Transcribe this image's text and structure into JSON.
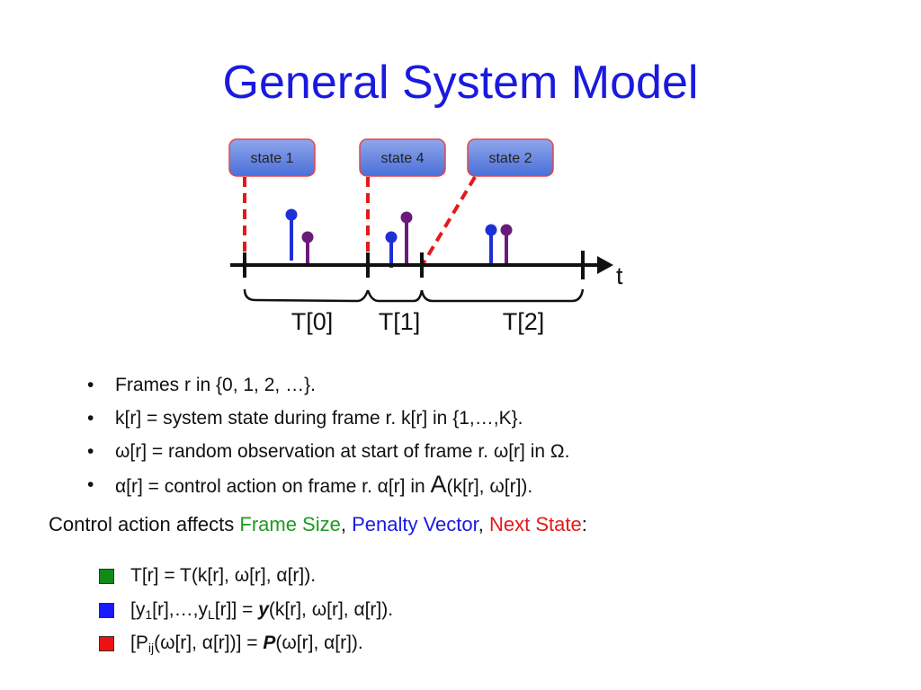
{
  "title": "General System Model",
  "timeline": {
    "axis_label": "t",
    "states": [
      "state 1",
      "state 4",
      "state 2"
    ],
    "frames": [
      "T[0]",
      "T[1]",
      "T[2]"
    ],
    "colors": {
      "blue_marker": "#1f2fd6",
      "purple_marker": "#6a1b7a",
      "dash": "#e51919",
      "callout": "#e8454a"
    }
  },
  "bullets": [
    "Frames r in {0, 1, 2, …}.",
    "k[r] = system state during frame r.  k[r] in {1,…,K}.",
    "ω[r] = random observation at start of frame r.  ω[r] in Ω."
  ],
  "bullet4": {
    "prefix": "α[r] = control action on frame r. α[r] in ",
    "big": "A",
    "suffix": "(k[r], ω[r])."
  },
  "control": {
    "prefix": "Control action affects ",
    "frame_size": "Frame Size",
    "comma1": ", ",
    "penalty_vector": "Penalty Vector",
    "comma2": ", ",
    "next_state": "Next State",
    "colon": ":"
  },
  "legend": {
    "green": {
      "text": "T[r] = T(k[r], ω[r], α[r]).",
      "color": "#128a1a"
    },
    "blue": {
      "p1": "[y",
      "s1": "1",
      "p2": "[r],…,y",
      "s2": "L",
      "p3": "[r]] = ",
      "bold": "y",
      "p4": "(k[r], ω[r], α[r]).",
      "color": "#1a1aff"
    },
    "red": {
      "p1": "[P",
      "s1": "ij",
      "p2": "(ω[r], α[r])] = ",
      "bold": "P",
      "p3": "(ω[r], α[r]).",
      "color": "#ee1111"
    }
  }
}
